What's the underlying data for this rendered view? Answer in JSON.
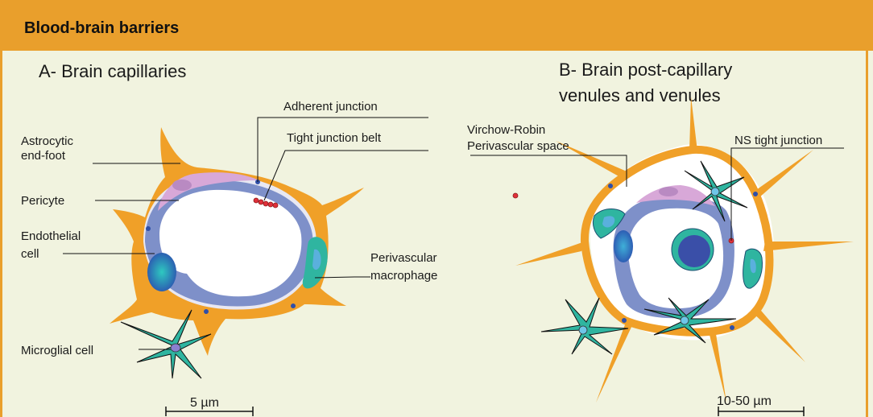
{
  "title": "Blood-brain barriers",
  "panels": {
    "a_title": "A- Brain capillaries",
    "b_title_line1": "B- Brain post-capillary",
    "b_title_line2": "venules and venules"
  },
  "labels": {
    "adherent_junction": "Adherent junction",
    "tight_junction_belt": "Tight junction belt",
    "astrocytic_line1": "Astrocytic",
    "astrocytic_line2": "end-foot",
    "pericyte": "Pericyte",
    "endothelial_line1": "Endothelial",
    "endothelial_line2": "cell",
    "perivascular_line1": "Perivascular",
    "perivascular_line2": "macrophage",
    "microglial": "Microglial cell",
    "virchow_line1": "Virchow-Robin",
    "virchow_line2": "Perivascular space",
    "ns_tight_junction": "NS tight junction"
  },
  "scale_bars": {
    "a": "5 µm",
    "b": "10-50 µm"
  },
  "colors": {
    "header": "#e99f2c",
    "background": "#f1f3df",
    "astrocyte": "#f0a028",
    "endothelium": "#7e90c9",
    "pericyte": "#d8a8d8",
    "macrophage": "#2fb5a0",
    "nucleus": "#2b6fb8",
    "junction_red": "#e0303a",
    "adherent_blue": "#2f4fa8"
  }
}
